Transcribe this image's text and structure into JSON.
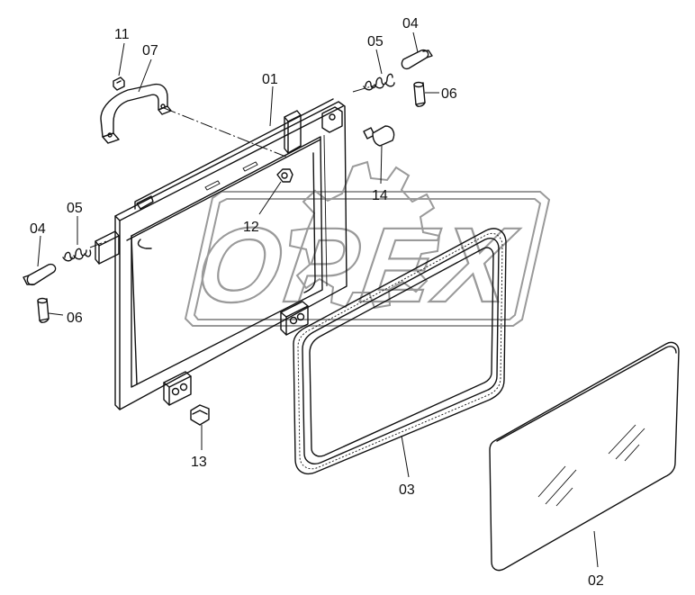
{
  "watermark": {
    "text": "OPEX"
  },
  "labels": [
    {
      "id": "11",
      "text": "11"
    },
    {
      "id": "07",
      "text": "07"
    },
    {
      "id": "01",
      "text": "01"
    },
    {
      "id": "05a",
      "text": "05"
    },
    {
      "id": "04a",
      "text": "04"
    },
    {
      "id": "06a",
      "text": "06"
    },
    {
      "id": "14",
      "text": "14"
    },
    {
      "id": "12",
      "text": "12"
    },
    {
      "id": "05b",
      "text": "05"
    },
    {
      "id": "04b",
      "text": "04"
    },
    {
      "id": "06b",
      "text": "06"
    },
    {
      "id": "13",
      "text": "13"
    },
    {
      "id": "03",
      "text": "03"
    },
    {
      "id": "02",
      "text": "02"
    }
  ]
}
